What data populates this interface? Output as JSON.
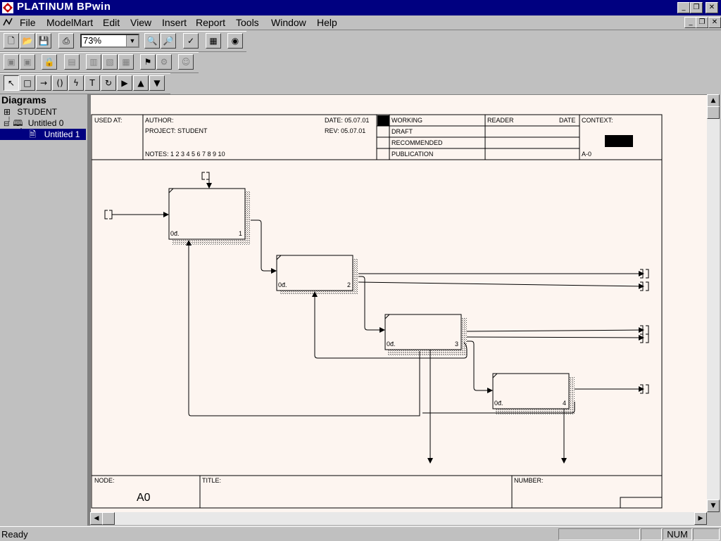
{
  "window": {
    "title": "PLATINUM BPwin",
    "controls": {
      "minimize": "_",
      "maximize": "❐",
      "close": "✕"
    }
  },
  "menu": {
    "items": [
      "File",
      "ModelMart",
      "Edit",
      "View",
      "Insert",
      "Report",
      "Tools",
      "Window",
      "Help"
    ]
  },
  "toolbar": {
    "zoom_value": "73%",
    "icons": [
      "new-icon",
      "open-icon",
      "save-icon",
      "print-icon",
      "zoom-in-icon",
      "zoom-out-icon",
      "spellcheck-icon",
      "model-explorer-icon",
      "globe-icon"
    ]
  },
  "panel": {
    "header": "Diagrams",
    "tree": [
      {
        "label": "STUDENT"
      },
      {
        "label": "Untitled 0"
      },
      {
        "label": "Untitled 1",
        "selected": true
      }
    ]
  },
  "diagram": {
    "header": {
      "used_at": "USED AT:",
      "author": "AUTHOR:",
      "project": "PROJECT:  STUDENT",
      "notes": "NOTES:  1  2  3  4  5  6  7  8  9  10",
      "date": "DATE:  05.07.01",
      "rev": "REV:   05.07.01",
      "status": [
        "WORKING",
        "DRAFT",
        "RECOMMENDED",
        "PUBLICATION"
      ],
      "reader": "READER",
      "reader_date": "DATE",
      "context": "CONTEXT:",
      "context_node": "A-0"
    },
    "boxes": [
      {
        "cost": "0đ.",
        "number": "1"
      },
      {
        "cost": "0đ.",
        "number": "2"
      },
      {
        "cost": "0đ.",
        "number": "3"
      },
      {
        "cost": "0đ.",
        "number": "4"
      }
    ],
    "footer": {
      "node_label": "NODE:",
      "node_value": "A0",
      "title_label": "TITLE:",
      "number_label": "NUMBER:"
    }
  },
  "status": {
    "text": "Ready",
    "num": "NUM"
  }
}
